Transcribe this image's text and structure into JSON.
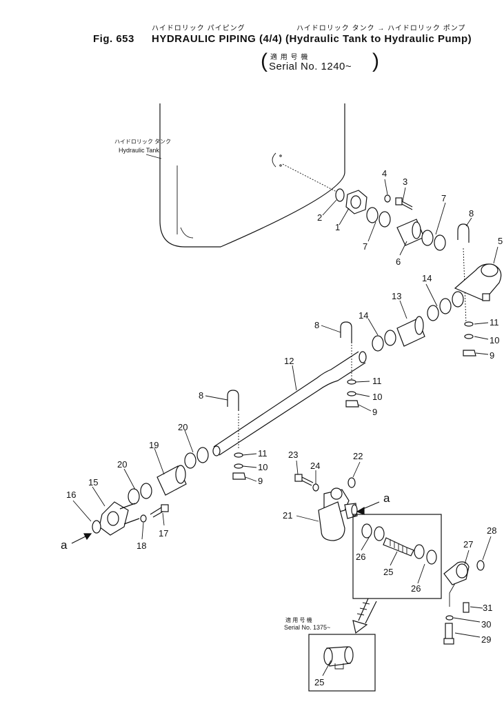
{
  "header": {
    "jp_line1_left": "ハイドロリック パイピング",
    "jp_line1_right": "ハイドロリック タンク → ハイドロリック ポンプ",
    "fig_label": "Fig. 653",
    "title": "HYDRAULIC PIPING (4/4) (Hydraulic Tank to Hydraulic Pump)",
    "jp_serial": "適 用 号 機",
    "serial": "Serial No. 1240~"
  },
  "tank": {
    "jp_label": "ハイドロリック タンク",
    "label": "Hydraulic Tank"
  },
  "inset": {
    "jp_label": "適 用 号 機",
    "serial": "Serial No. 1375~"
  },
  "view_marker": "a",
  "part_numbers": [
    "1",
    "2",
    "3",
    "4",
    "5",
    "6",
    "7",
    "7",
    "8",
    "8",
    "8",
    "9",
    "9",
    "9",
    "10",
    "10",
    "10",
    "11",
    "11",
    "11",
    "12",
    "13",
    "14",
    "14",
    "15",
    "16",
    "17",
    "18",
    "19",
    "20",
    "20",
    "21",
    "22",
    "23",
    "24",
    "25",
    "25",
    "26",
    "26",
    "27",
    "28",
    "29",
    "30",
    "31"
  ]
}
